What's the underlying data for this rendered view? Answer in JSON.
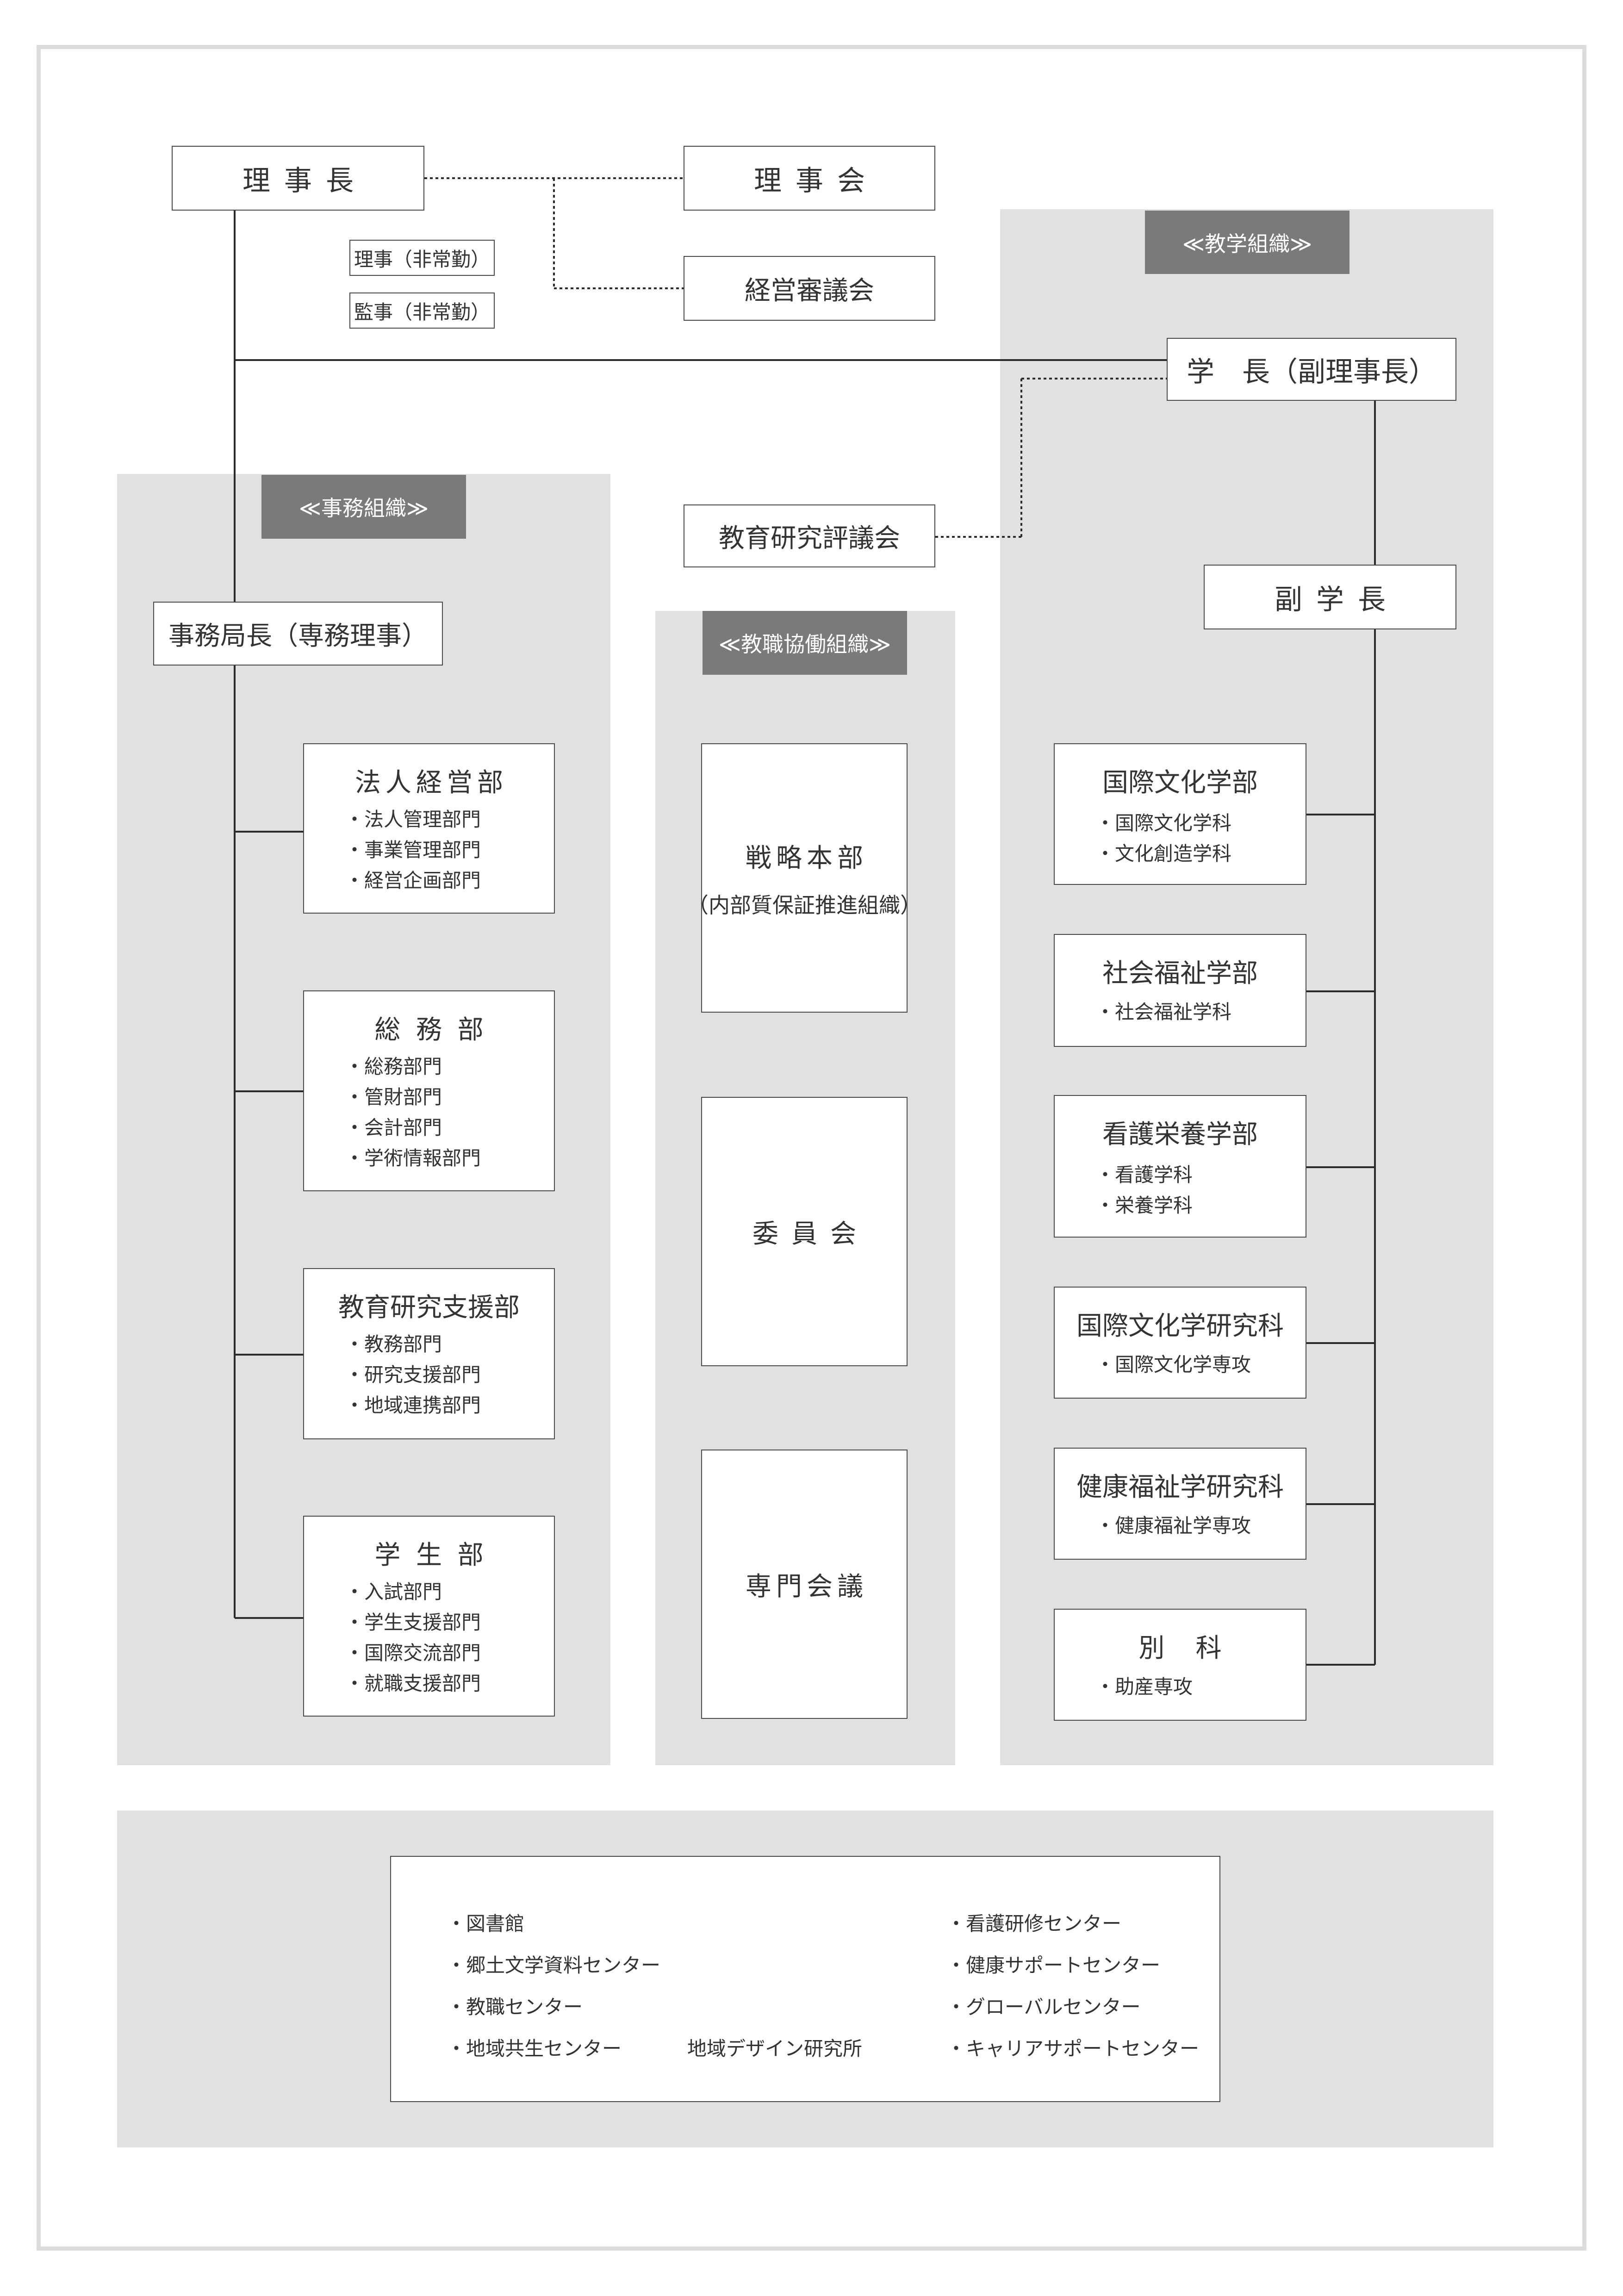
{
  "top": {
    "chairman": "理事長",
    "board": "理事会",
    "management_council": "経営審議会",
    "director_part_time": "理事（非常勤）",
    "auditor_part_time": "監事（非常勤）",
    "president": "学　長（副理事長）",
    "vice_president": "副学長",
    "education_research_council": "教育研究評議会"
  },
  "admin": {
    "header": "≪事務組織≫",
    "secretary_general": "事務局長（専務理事）",
    "departments": [
      {
        "name": "法人経営部",
        "items": [
          "法人管理部門",
          "事業管理部門",
          "経営企画部門"
        ]
      },
      {
        "name": "総務部",
        "items": [
          "総務部門",
          "管財部門",
          "会計部門",
          "学術情報部門"
        ]
      },
      {
        "name": "教育研究支援部",
        "items": [
          "教務部門",
          "研究支援部門",
          "地域連携部門"
        ]
      },
      {
        "name": "学生部",
        "items": [
          "入試部門",
          "学生支援部門",
          "国際交流部門",
          "就職支援部門"
        ]
      }
    ]
  },
  "collab": {
    "header": "≪教職協働組織≫",
    "strategy_title": "戦略本部",
    "strategy_sub": "（内部質保証推進組織）",
    "committee": "委員会",
    "expert_meeting": "専門会議"
  },
  "academic": {
    "header": "≪教学組織≫",
    "faculties": [
      {
        "name": "国際文化学部",
        "items": [
          "国際文化学科",
          "文化創造学科"
        ]
      },
      {
        "name": "社会福祉学部",
        "items": [
          "社会福祉学科"
        ]
      },
      {
        "name": "看護栄養学部",
        "items": [
          "看護学科",
          "栄養学科"
        ]
      },
      {
        "name": "国際文化学研究科",
        "items": [
          "国際文化学専攻"
        ]
      },
      {
        "name": "健康福祉学研究科",
        "items": [
          "健康福祉学専攻"
        ]
      },
      {
        "name": "別科",
        "items": [
          "助産専攻"
        ]
      }
    ]
  },
  "facilities": {
    "left": [
      "図書館",
      "郷土文学資料センター",
      "教職センター",
      "地域共生センター"
    ],
    "linked": "地域デザイン研究所",
    "right": [
      "看護研修センター",
      "健康サポートセンター",
      "グローバルセンター",
      "キャリアサポートセンター"
    ]
  }
}
